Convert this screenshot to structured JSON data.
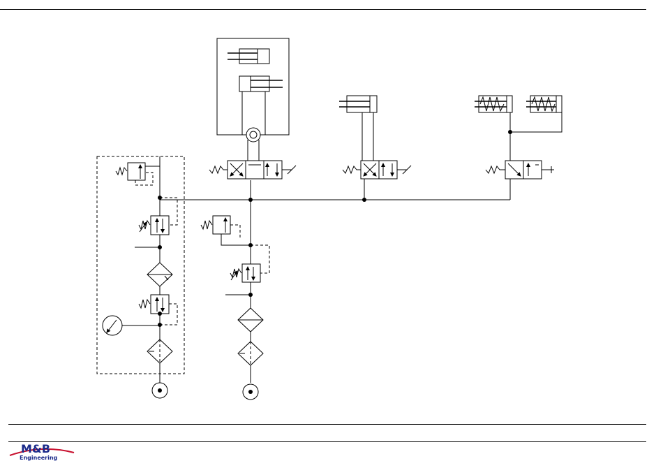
{
  "logo": {
    "main": "M&B",
    "sub": "Engineering",
    "colors": {
      "brand_blue": "#1a2a8a",
      "brand_red": "#c8102e"
    }
  },
  "diagram": {
    "type": "pneumatic-schematic",
    "components": [
      "air-source-1",
      "filter-1",
      "pressure-gauge",
      "pressure-regulator-1",
      "lubricator",
      "pressure-regulator-2",
      "relief-valve-1",
      "air-source-2",
      "filter-2",
      "filter-3",
      "pressure-regulator-3",
      "relief-valve-2",
      "valve-1",
      "rotary-cylinder-pair",
      "valve-2",
      "cylinder-2",
      "valve-3",
      "spring-cylinder-a",
      "spring-cylinder-b"
    ]
  }
}
